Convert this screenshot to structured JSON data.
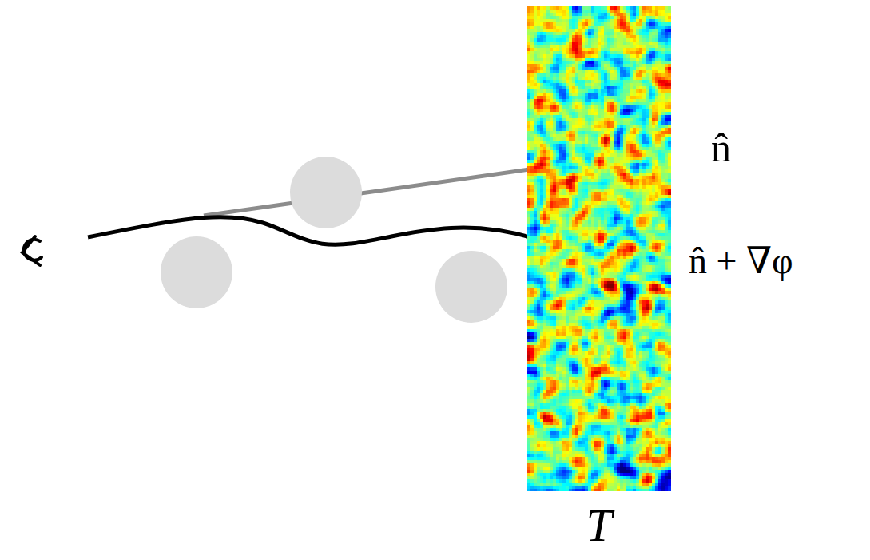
{
  "diagram": {
    "nodes": [
      {
        "text": [
          "T"
        ]
      }
    ],
    "edges": [],
    "labels": [
      "n̂",
      "n̂ + ∇φ"
    ]
  }
}
